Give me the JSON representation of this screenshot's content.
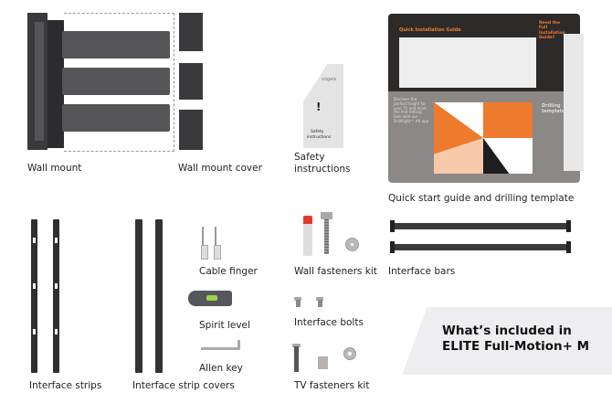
{
  "items": {
    "wall_mount": "Wall mount",
    "wall_mount_cover": "Wall mount cover",
    "safety_instructions_line1": "Safety",
    "safety_instructions_line2": "instructions",
    "quick_start_guide": "Quick start guide and drilling template",
    "cable_finger": "Cable finger",
    "wall_fasteners_kit": "Wall fasteners kit",
    "interface_bars": "Interface bars",
    "spirit_level": "Spirit level",
    "interface_bolts": "Interface bolts",
    "allen_key": "Allen key",
    "interface_strips": "Interface strips",
    "interface_strip_covers": "Interface strip covers",
    "tv_fasteners_kit": "TV fasteners kit"
  },
  "booklet": {
    "brand": "vogels",
    "title_line1": "Safety",
    "title_line2": "instructions"
  },
  "guide": {
    "quick_installation_title": "Quick Installation Guide",
    "need_full_guide": "Need the Full Installation Guide?",
    "discover_text": "Discover the perfect height for your TV and mark the first drilling hole with our DrillRight™ AR app",
    "drilling_template_title": "Drilling template"
  },
  "banner": {
    "line1": "What’s included in",
    "line2": "ELITE Full-Motion+ M"
  },
  "colors": {
    "accent": "#ee7a2e",
    "dark": "#3a3a3c",
    "banner_bg": "#eeeef0"
  }
}
